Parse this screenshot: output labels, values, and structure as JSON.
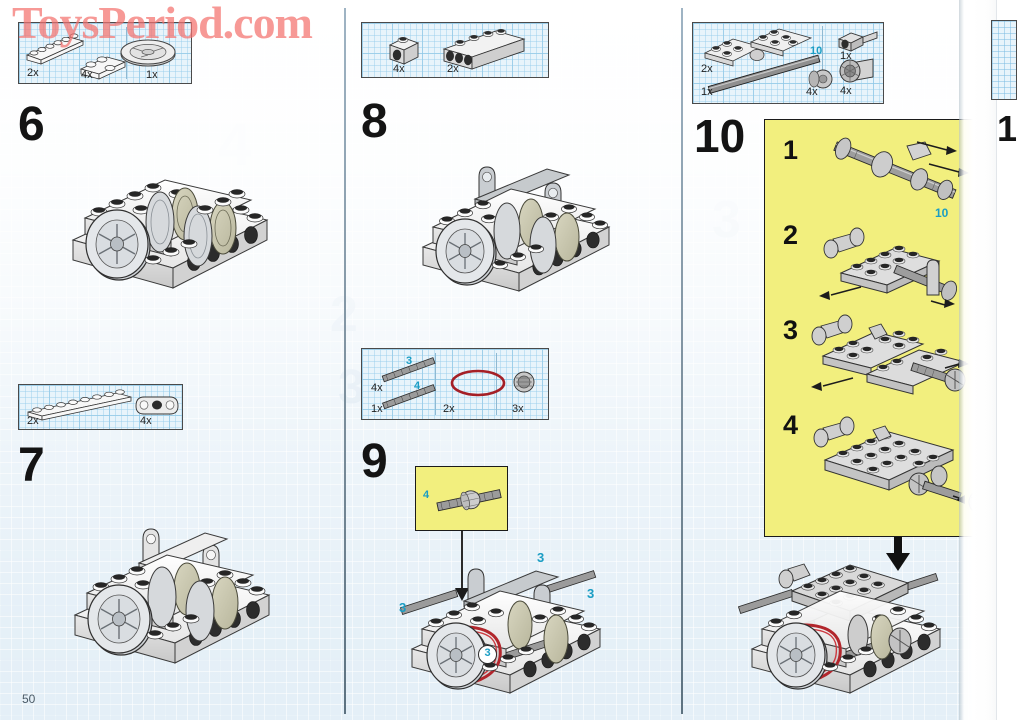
{
  "watermark": {
    "text": "ToysPeriod.com",
    "color": "#f4726f"
  },
  "page": {
    "number": "50",
    "accent_label_color": "#1a9dc4",
    "highlight_color": "#f2ef7e"
  },
  "columns": [
    {
      "name": "left-column",
      "steps": [
        {
          "number": "6",
          "parts_bin": {
            "items": [
              {
                "qty": "2x",
                "icon": "lego-plate-1x6"
              },
              {
                "qty": "4x",
                "icon": "lego-plate-1x2"
              },
              {
                "qty": "1x",
                "icon": "lego-pulley-wheel"
              }
            ]
          }
        },
        {
          "number": "7",
          "parts_bin": {
            "items": [
              {
                "qty": "2x",
                "icon": "lego-plate-1x8"
              },
              {
                "qty": "4x",
                "icon": "lego-liftarm-1x3"
              }
            ]
          }
        }
      ]
    },
    {
      "name": "middle-column",
      "steps": [
        {
          "number": "8",
          "parts_bin": {
            "items": [
              {
                "qty": "4x",
                "icon": "lego-brick-1x1-hole"
              },
              {
                "qty": "2x",
                "icon": "lego-technic-brick-1x4"
              }
            ]
          }
        },
        {
          "number": "9",
          "parts_bin": {
            "items": [
              {
                "qty": "4x",
                "label": "3",
                "icon": "lego-axle-3"
              },
              {
                "qty": "1x",
                "label": "4",
                "icon": "lego-axle-4"
              },
              {
                "qty": "2x",
                "icon": "lego-rubber-band"
              },
              {
                "qty": "3x",
                "icon": "lego-bushing"
              }
            ]
          },
          "inset": {
            "label": "4",
            "icon": "lego-axle-with-bushing"
          },
          "callouts": [
            "3",
            "3",
            "3",
            "3"
          ]
        }
      ]
    },
    {
      "name": "right-column",
      "steps": [
        {
          "number": "10",
          "parts_bin": {
            "items": [
              {
                "qty": "2x",
                "icon": "lego-plate-2x4"
              },
              {
                "qty": "1x",
                "label": "10",
                "icon": "lego-axle-10"
              },
              {
                "qty": "4x",
                "icon": "lego-bushing"
              },
              {
                "qty": "1x",
                "icon": "lego-connector-peg"
              },
              {
                "qty": "4x",
                "icon": "lego-wheel-hub"
              }
            ]
          },
          "sub_assembly": {
            "background": "#f2ef7e",
            "sub_steps": [
              {
                "number": "1",
                "label": "10"
              },
              {
                "number": "2"
              },
              {
                "number": "3"
              },
              {
                "number": "4"
              }
            ]
          }
        }
      ]
    }
  ],
  "next_page_preview": {
    "step_number": "1"
  },
  "ghost_marks": [
    "4",
    "3",
    "2",
    "3",
    "5"
  ]
}
